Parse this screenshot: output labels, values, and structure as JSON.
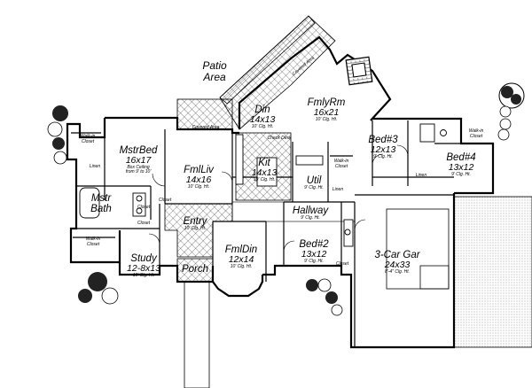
{
  "outdoor": {
    "patio_line1": "Patio",
    "patio_line2": "Area"
  },
  "rooms": {
    "mstr_bed": {
      "name": "MstrBed",
      "dims": "16x17",
      "note1": "Box Ceiling",
      "note2": "from 9' to 10'"
    },
    "fml_liv": {
      "name": "FmlLiv",
      "dims": "14x16",
      "note": "10' Clg. Ht."
    },
    "din": {
      "name": "Din",
      "dims": "14x13",
      "note": "10' Clg. Ht."
    },
    "fmly_rm": {
      "name": "FmlyRm",
      "dims": "16x21",
      "note": "10' Clg. Ht."
    },
    "kit": {
      "name": "Kit",
      "dims": "14x13",
      "note": "10' Clg. Ht."
    },
    "util": {
      "name": "Util",
      "note": "9' Clg. Ht."
    },
    "bed3": {
      "name": "Bed#3",
      "dims": "12x13",
      "note": "9' Clg. Ht."
    },
    "bed4": {
      "name": "Bed#4",
      "dims": "13x12",
      "note": "9' Clg. Ht."
    },
    "mstr_bath": {
      "name_line1": "Mstr",
      "name_line2": "Bath"
    },
    "entry": {
      "name": "Entry",
      "note": "10' Clg. Ht."
    },
    "hallway": {
      "name": "Hallway",
      "note": "9' Clg. Ht."
    },
    "fml_din": {
      "name": "FmlDin",
      "dims": "12x14",
      "note": "10' Clg. Ht."
    },
    "bed2": {
      "name": "Bed#2",
      "dims": "13x12",
      "note": "9' Clg. Ht."
    },
    "garage": {
      "name": "3-Car Gar",
      "dims": "24x33",
      "note": "8'-4\" Clg. Ht."
    },
    "study": {
      "name": "Study",
      "dims": "12-8x13",
      "note": "10' Clg. Ht."
    },
    "porch": {
      "name": "Porch"
    }
  },
  "small_labels": {
    "walk_in_closet_tl": "Walk-in Closet",
    "walk_in_closet_bl": "Walk-in Closet",
    "walk_in_closet_bed3": "Walk-in Closet",
    "walk_in_closet_bed4": "Walk-in Closet",
    "linen_mstr": "Linen",
    "linen_bed4": "Linen",
    "linen_util": "Linen",
    "closet_a": "Closet",
    "closet_b": "Closet",
    "closet_c": "Closet",
    "closet_bed2": "Closet",
    "covered_area_top": "Covered Area",
    "covered_area_left": "Covered Area",
    "check_desk": "Check Desk"
  }
}
